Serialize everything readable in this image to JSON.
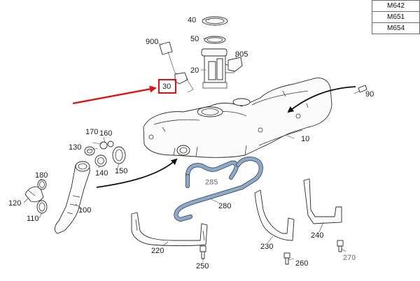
{
  "engine_codes": [
    "M642",
    "M651",
    "M654"
  ],
  "callouts": {
    "p10": "10",
    "p20": "20",
    "p30": "30",
    "p40": "40",
    "p50": "50",
    "p90": "90",
    "p100": "100",
    "p110": "110",
    "p120": "120",
    "p130": "130",
    "p140": "140",
    "p150": "150",
    "p160": "160",
    "p170": "170",
    "p180": "180",
    "p220": "220",
    "p230": "230",
    "p240": "240",
    "p250": "250",
    "p260": "260",
    "p270": "270",
    "p280": "280",
    "p285": "285",
    "p900": "900",
    "p905": "905"
  },
  "colors": {
    "highlight_box": "#e01010",
    "arrow_red": "#e01010",
    "arrow_black": "#111111",
    "hose_blue": "#8fa9c8",
    "muted_label": "#9a9a9a"
  }
}
